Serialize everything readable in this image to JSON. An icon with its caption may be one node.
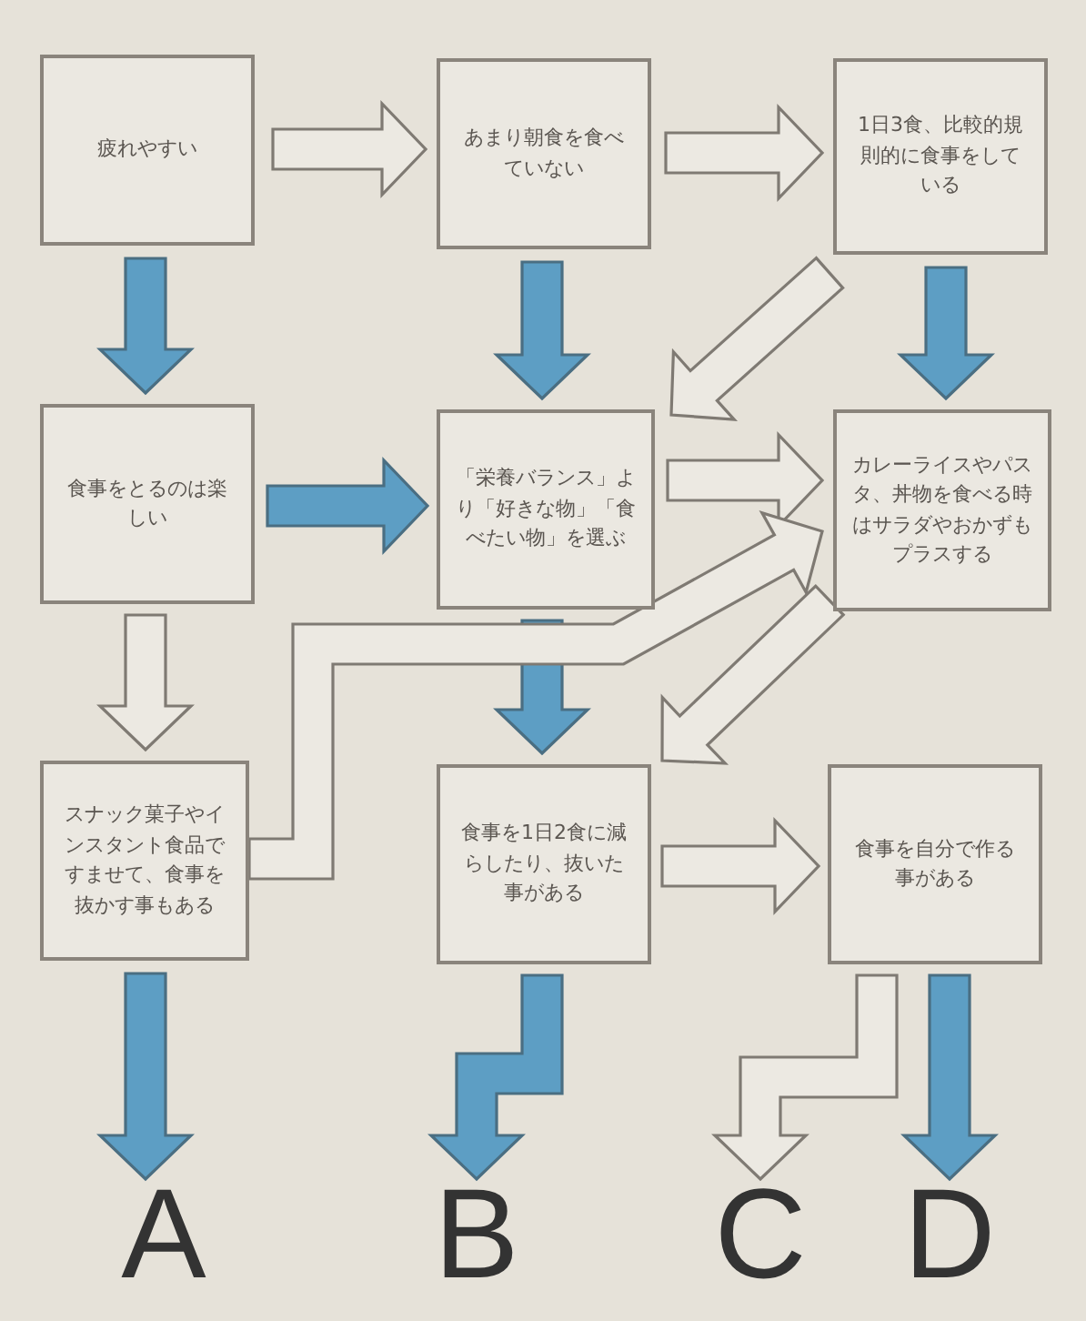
{
  "diagram": {
    "nodes": [
      {
        "text": [
          "疲れやすい"
        ]
      },
      {
        "text": [
          "あまり朝食を食べていない"
        ]
      },
      {
        "text": [
          "1日3食、比較的規則的に食事をしている"
        ]
      },
      {
        "text": [
          "食事をとるのは楽しい"
        ]
      },
      {
        "text": [
          "「栄養バランス」より「好きな物」「食べたい物」を選ぶ"
        ]
      },
      {
        "text": [
          "カレーライスやパスタ、丼物を食べる時はサラダやおかずもプラスする"
        ]
      },
      {
        "text": [
          "スナック菓子やインスタント食品ですませて、食事を抜かす事もある"
        ]
      },
      {
        "text": [
          "食事を1日2食に減らしたり、抜いた事がある"
        ]
      },
      {
        "text": [
          "食事を自分で作る事がある"
        ]
      },
      {
        "text": [
          "A"
        ]
      },
      {
        "text": [
          "B"
        ]
      },
      {
        "text": [
          "C"
        ]
      },
      {
        "text": [
          "D"
        ]
      }
    ],
    "edges": [
      {
        "from": 0,
        "to": 1,
        "arrow": "to"
      },
      {
        "from": 1,
        "to": 2,
        "arrow": "to"
      },
      {
        "from": 0,
        "to": 3,
        "arrow": "to",
        "color": "#5d9ec4"
      },
      {
        "from": 1,
        "to": 4,
        "arrow": "to",
        "color": "#5d9ec4"
      },
      {
        "from": 2,
        "to": 5,
        "arrow": "to",
        "color": "#5d9ec4"
      },
      {
        "from": 2,
        "to": 4,
        "arrow": "to"
      },
      {
        "from": 3,
        "to": 4,
        "arrow": "to",
        "color": "#5d9ec4"
      },
      {
        "from": 4,
        "to": 5,
        "arrow": "to"
      },
      {
        "from": 3,
        "to": 6,
        "arrow": "to"
      },
      {
        "from": 4,
        "to": 7,
        "arrow": "to",
        "color": "#5d9ec4"
      },
      {
        "from": 6,
        "to": 5,
        "arrow": "to"
      },
      {
        "from": 5,
        "to": 7,
        "arrow": "to"
      },
      {
        "from": 7,
        "to": 8,
        "arrow": "to"
      },
      {
        "from": 6,
        "to": 9,
        "arrow": "to",
        "color": "#5d9ec4"
      },
      {
        "from": 7,
        "to": 10,
        "arrow": "to",
        "color": "#5d9ec4"
      },
      {
        "from": 8,
        "to": 11,
        "arrow": "to"
      },
      {
        "from": 8,
        "to": 12,
        "arrow": "to",
        "color": "#5d9ec4"
      }
    ]
  }
}
